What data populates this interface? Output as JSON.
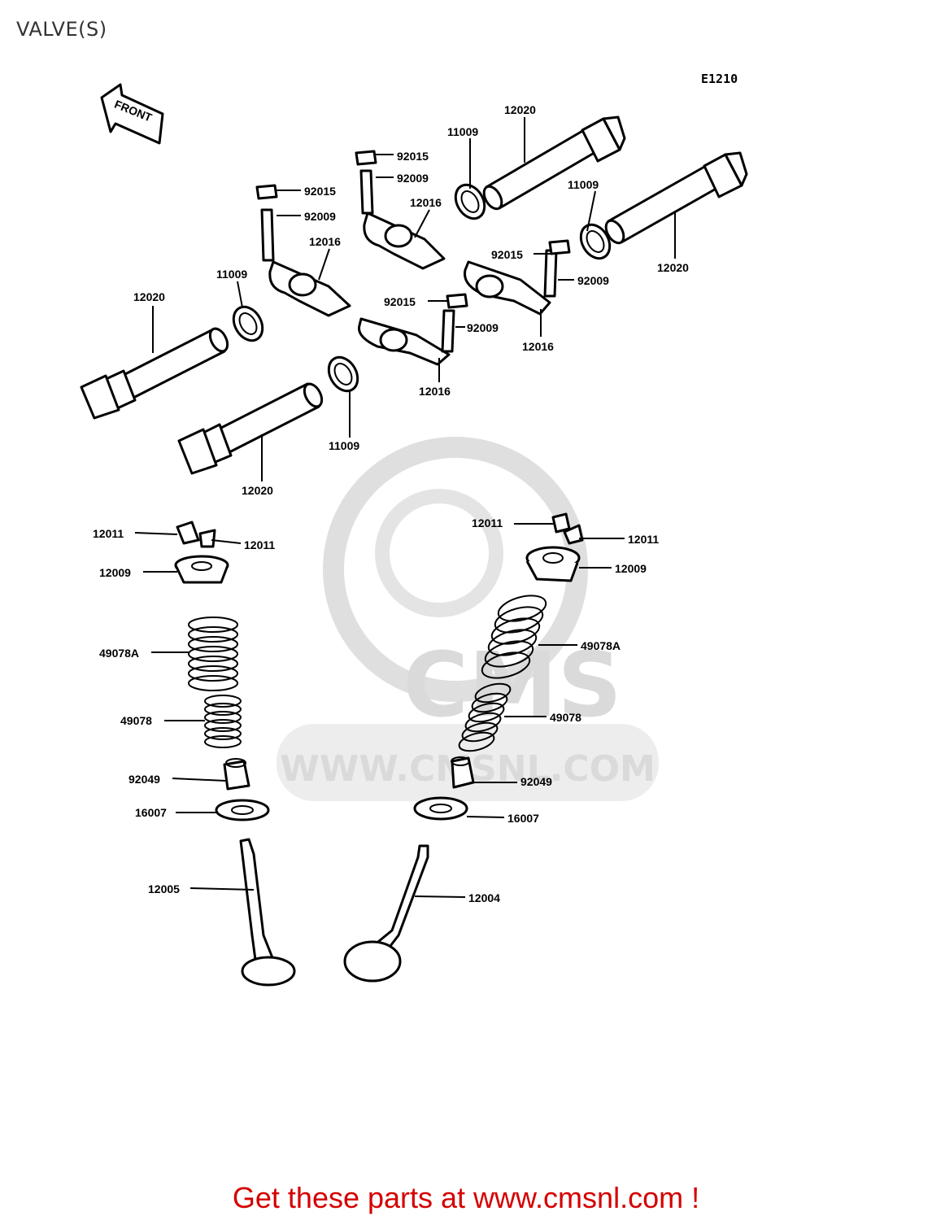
{
  "page": {
    "title": "VALVE(S)",
    "diagram_code": "E1210"
  },
  "front_arrow": {
    "label": "FRONT"
  },
  "watermark": {
    "logo_text": "CMS",
    "url_text": "WWW.CMSNL.COM"
  },
  "labels": {
    "l12020a": "12020",
    "l11009a": "11009",
    "l92015a": "92015",
    "l92009a": "92009",
    "l12016a": "12016",
    "l92015b": "92015",
    "l92009b": "92009",
    "l11009b": "11009",
    "l12020b": "12020",
    "l11009c": "11009",
    "l12016b": "12016",
    "l12020c": "12020",
    "l92015c": "92015",
    "l92009c": "92009",
    "l92015d": "92015",
    "l92009d": "92009",
    "l12016c": "12016",
    "l12016d": "12016",
    "l11009d": "11009",
    "l12020d": "12020",
    "l12011a": "12011",
    "l12011b": "12011",
    "l12009a": "12009",
    "l49078Aa": "49078A",
    "l49078a": "49078",
    "l92049a": "92049",
    "l16007a": "16007",
    "l12005": "12005",
    "l12011c": "12011",
    "l12011d": "12011",
    "l12009b": "12009",
    "l49078Ab": "49078A",
    "l49078b": "49078",
    "l92049b": "92049",
    "l16007b": "16007",
    "l12004": "12004"
  },
  "cta": {
    "text": "Get these parts at www.cmsnl.com !"
  }
}
